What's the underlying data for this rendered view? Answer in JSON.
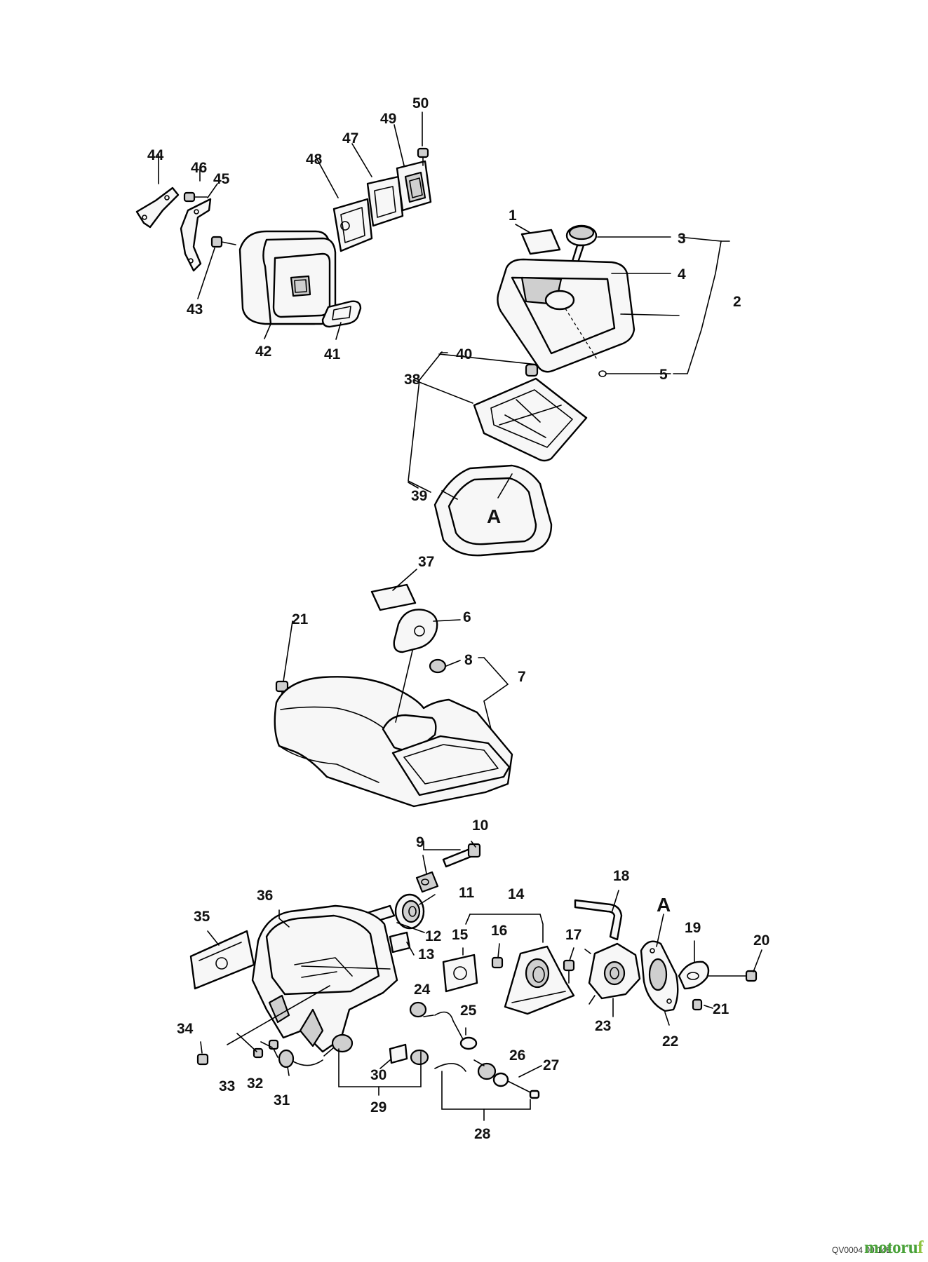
{
  "diagram": {
    "callouts": {
      "p1": "1",
      "p2": "2",
      "p3": "3",
      "p4": "4",
      "p5": "5",
      "p6": "6",
      "p7": "7",
      "p8": "8",
      "p9": "9",
      "p10": "10",
      "p11": "11",
      "p12": "12",
      "p13": "13",
      "p14": "14",
      "p15": "15",
      "p16": "16",
      "p17": "17",
      "p18": "18",
      "p19": "19",
      "p20": "20",
      "p21a": "21",
      "p21b": "21",
      "p22": "22",
      "p23": "23",
      "p24": "24",
      "p25": "25",
      "p26": "26",
      "p27": "27",
      "p28": "28",
      "p29": "29",
      "p30": "30",
      "p31": "31",
      "p32": "32",
      "p33": "33",
      "p34": "34",
      "p35": "35",
      "p36": "36",
      "p37": "37",
      "p38": "38",
      "p39": "39",
      "p40": "40",
      "p41": "41",
      "p42": "42",
      "p43": "43",
      "p44": "44",
      "p45": "45",
      "p46": "46",
      "p47": "47",
      "p48": "48",
      "p49": "49",
      "p50": "50"
    },
    "reference_marks": {
      "a_filter": "A",
      "a_carb": "A"
    }
  },
  "footer": {
    "drawing_code": "QV0004 00 14E"
  },
  "watermark": {
    "text_main": "motoru",
    "text_accent": "f"
  }
}
